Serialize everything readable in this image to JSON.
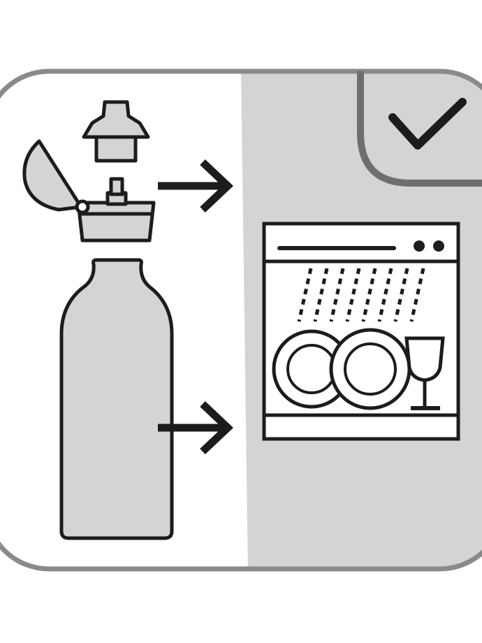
{
  "pictogram": {
    "panel": {
      "left_fill": "#ffffff",
      "right_fill": "#d4d4d4",
      "border_color": "#8a8a8a",
      "badge_border_color": "#6e6e6e"
    },
    "badge": {
      "icon": "check-icon",
      "meaning": "approved"
    },
    "subjects": [
      {
        "name": "bottle-cap",
        "icon": "bottle-cap-icon",
        "fill": "#d4d4d4"
      },
      {
        "name": "bottle",
        "icon": "bottle-icon",
        "fill": "#d4d4d4"
      }
    ],
    "destination": {
      "name": "dishwasher",
      "icon": "dishwasher-icon",
      "contents": [
        "plate",
        "plate",
        "wine-glass"
      ]
    },
    "arrows": 2,
    "line_color": "#1c1c1c"
  }
}
